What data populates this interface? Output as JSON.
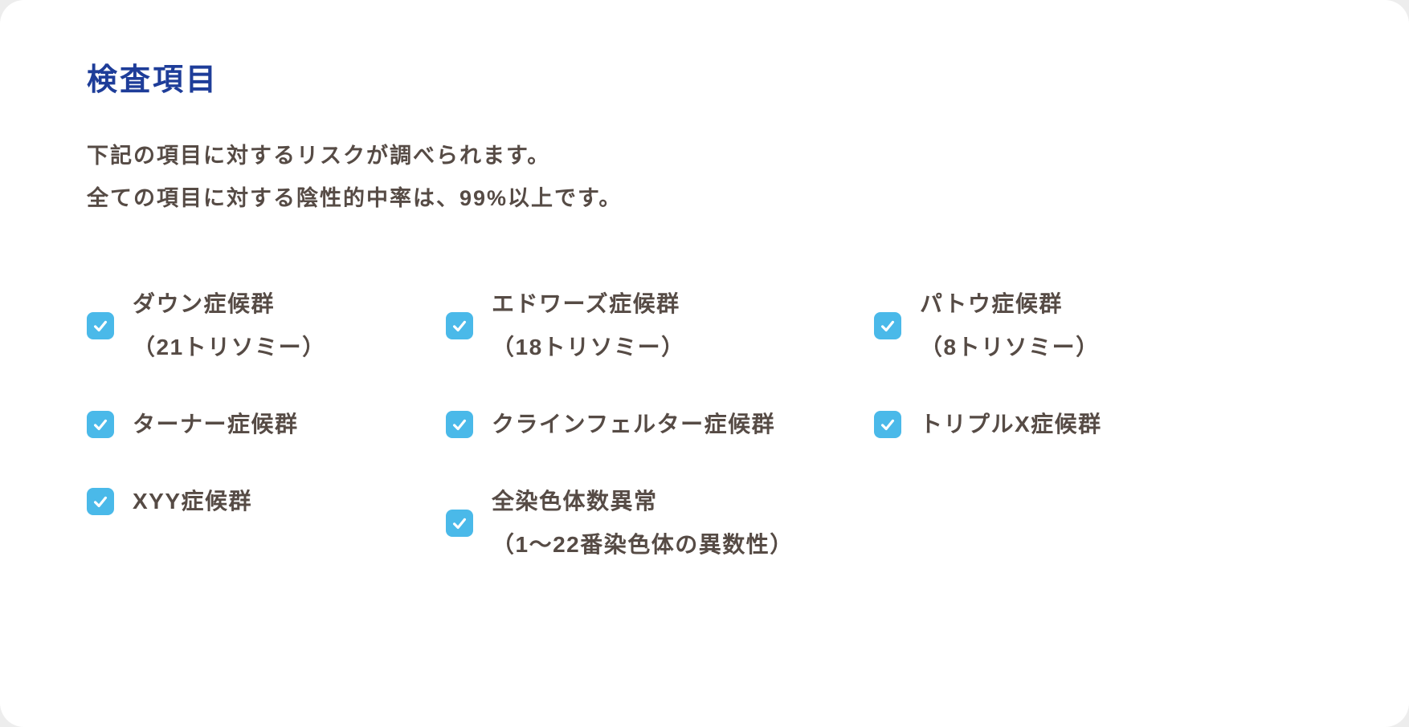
{
  "page": {
    "title": "検査項目",
    "description_lines": [
      "下記の項目に対するリスクが調べられます。",
      "全ての項目に対する陰性的中率は、99%以上です。"
    ]
  },
  "checklist": {
    "items": [
      {
        "label": "ダウン症候群",
        "sub": "（21トリソミー）",
        "checked": true
      },
      {
        "label": "エドワーズ症候群",
        "sub": "（18トリソミー）",
        "checked": true
      },
      {
        "label": "パトウ症候群",
        "sub": "（8トリソミー）",
        "checked": true
      },
      {
        "label": "ターナー症候群",
        "sub": "",
        "checked": true
      },
      {
        "label": "クラインフェルター症候群",
        "sub": "",
        "checked": true
      },
      {
        "label": "トリプルX症候群",
        "sub": "",
        "checked": true
      },
      {
        "label": "XYY症候群",
        "sub": "",
        "checked": true
      },
      {
        "label": "全染色体数異常",
        "sub": "（1〜22番染色体の異数性）",
        "checked": true
      }
    ]
  },
  "colors": {
    "title_blue": "#1e3d99",
    "body_text": "#564b45",
    "checkbox_blue": "#4ab9e9",
    "checkmark_white": "#ffffff",
    "card_background": "#ffffff"
  }
}
